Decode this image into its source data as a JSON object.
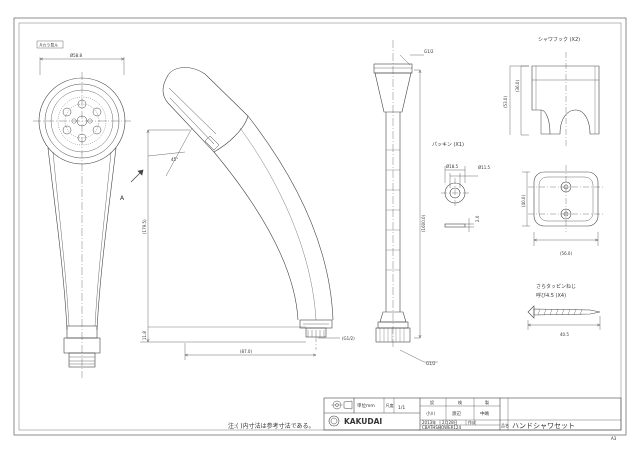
{
  "front_view": {
    "callout": "Aカラ見ル",
    "diameter": "Ø58.8",
    "view_arrow": "A"
  },
  "side_view": {
    "angle": "45°",
    "height": "(179.5)",
    "base_height": "11.8",
    "length": "(87.0)",
    "thread": "(G1/2)"
  },
  "hose": {
    "top_thread": "G1/2",
    "bottom_thread": "G1/2",
    "length": "(1600.0)"
  },
  "packing": {
    "title": "パッキン (X1)",
    "inner_dia": "Ø18.5",
    "outer_dia": "Ø11.5",
    "thickness": "2.0"
  },
  "hook": {
    "title": "シャワフック (X2)",
    "height": "(53.0)",
    "depth": "(36.0)",
    "plate_height": "(40.0)",
    "width": "(56.0)"
  },
  "screw": {
    "line1": "さらタッピンねじ",
    "line2": "呼び4.5 (X4)",
    "length": "40.5"
  },
  "title_block": {
    "unit": "単位mm",
    "scale_label": "尺度",
    "scale": "1/1",
    "h_design": "設",
    "h_check": "検",
    "h_draw": "製",
    "name1": "小川",
    "name2": "渡辺",
    "name3": "中嶋",
    "year": "2013年",
    "date": "2月28日",
    "made_label": "作成",
    "code": "CBATHSHOWER124",
    "name_label": "品名",
    "product_name": "ハンドシャワセット",
    "logo": "KAKUDAI",
    "note": "注:( )内寸法は参考寸法である。",
    "page": "A3"
  }
}
